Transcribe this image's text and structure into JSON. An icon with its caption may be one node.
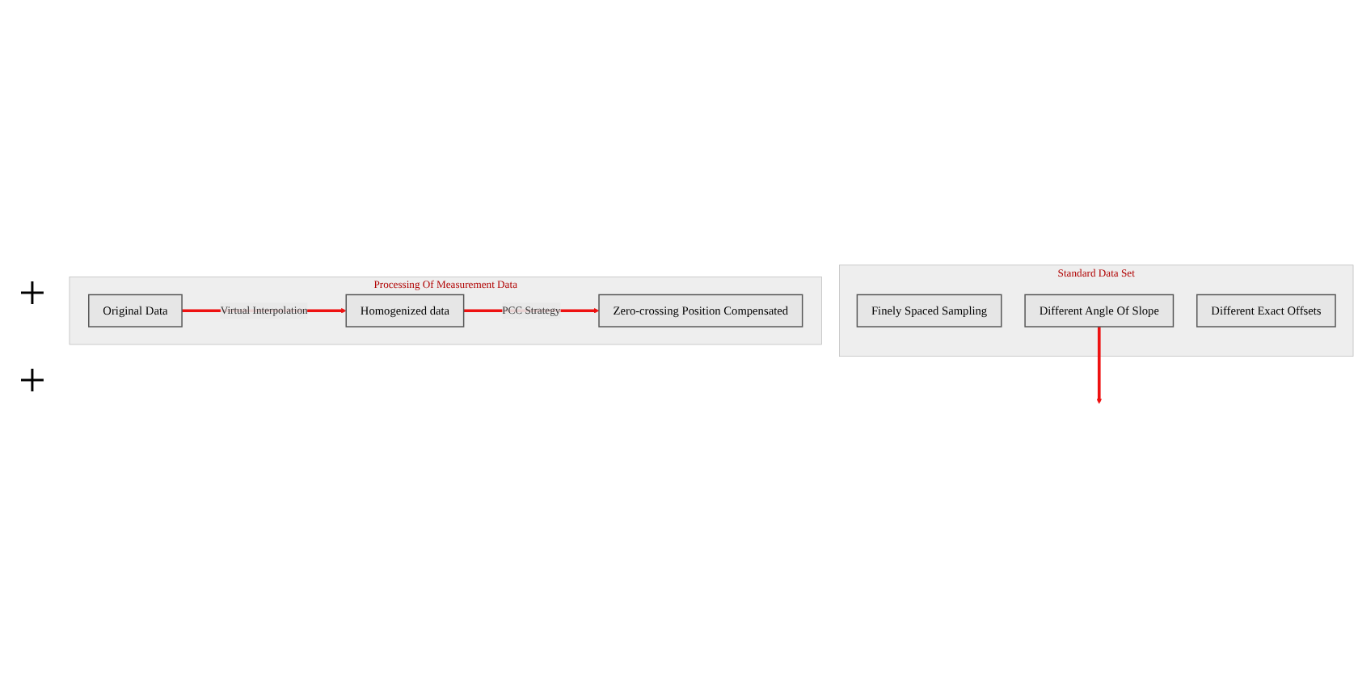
{
  "diagram": {
    "nodes": [
      {
        "text": [
          "Standard Data Set"
        ]
      },
      {
        "text": [
          "Finely Spaced Sampling"
        ],
        "in": 0
      },
      {
        "text": [
          "Different Angle Of Slope"
        ],
        "in": 0
      },
      {
        "text": [
          "Different Exact Offsets"
        ],
        "in": 0
      },
      {
        "text": [
          "Processing Of Measurement Data"
        ]
      },
      {
        "text": [
          "Original Data"
        ],
        "in": 4
      },
      {
        "text": [
          "Homogenized data"
        ],
        "in": 4
      },
      {
        "text": [
          "Zero-crossing Position Compensated"
        ],
        "in": 4
      }
    ],
    "edges": [
      {
        "from": 5,
        "to": 6,
        "arrow": "to",
        "label": "Virtual Interpolation"
      },
      {
        "from": 6,
        "to": 7,
        "arrow": "to",
        "label": "PCC Strategy"
      },
      {
        "from": 2,
        "to": null,
        "arrow": "to"
      }
    ],
    "labels": [
      "+",
      "+"
    ]
  }
}
